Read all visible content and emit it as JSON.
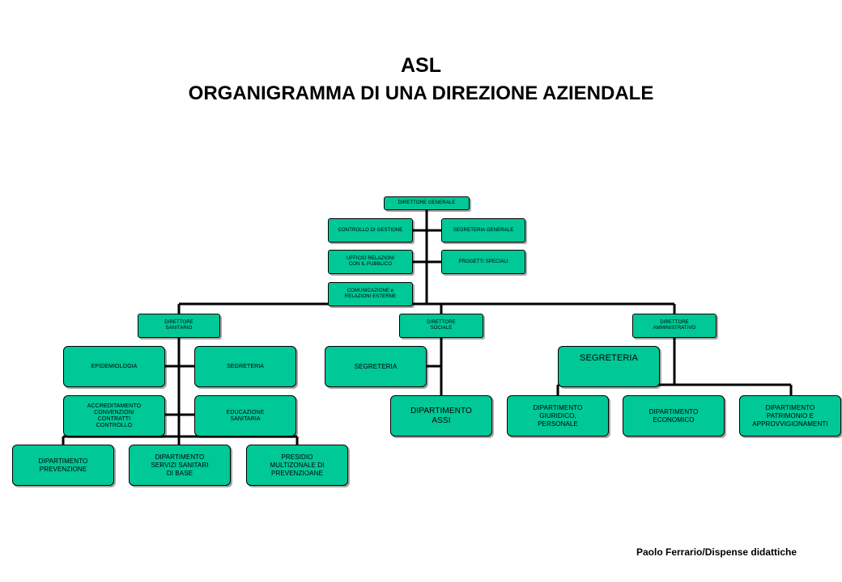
{
  "title": "ASL",
  "subtitle": "ORGANIGRAMMA DI UNA DIREZIONE AZIENDALE",
  "footer": "Paolo Ferrario/Dispense didattiche",
  "colors": {
    "box_fill": "#00c896",
    "line": "#000000"
  },
  "boxes": {
    "direttore_generale": "DIRETTORE GENERALE",
    "controllo_di_gestione": "CONTROLLO DI GESTIONE",
    "segreteria_generale": "SEGRETERIA GENERALE",
    "ufficio_relazioni": "UFFICIO RELAZIONI\nCON IL PUBBLICO",
    "progetti_speciali": "PROGETTI SPECIALI",
    "comunicazione": "COMUNICAZIONE e\nRELAZIONI ESTERNE",
    "direttore_sanitario": "DIRETTORE\nSANITARIO",
    "direttore_sociale": "DIRETTORE\nSOCIALE",
    "direttore_amministrativo": "DIRETTORE\nAMMINISTRATIVO",
    "epidemiologia": "EPIDEMIOLOGIA",
    "segreteria_sanitario": "SEGRETERIA",
    "accreditamento": "ACCREDITAMENTO\nCONVENZIONI\nCONTRATTI\nCONTROLLO",
    "educazione_sanitaria": "EDUCAZIONE\nSANITARIA",
    "dip_prevenzione": "DIPARTIMENTO\nPREVENZIONE",
    "dip_servizi_sanitari": "DIPARTIMENTO\nSERVIZI SANITARI\nDI BASE",
    "presidio_multizonale": "PRESIDIO\nMULTIZONALE DI\nPREVENZIOANE",
    "segreteria_sociale": "SEGRETERIA",
    "dip_assi": "DIPARTIMENTO\nASSI",
    "segreteria_amministrativo": "SEGRETERIA",
    "dip_giuridico": "DIPARTIMENTO\nGIURIDICO,\nPERSONALE",
    "dip_economico": "DIPARTIMENTO\nECONOMICO",
    "dip_patrimonio": "DIPARTIMENTO\nPATRIMONIO E\nAPPROVVIGIONAMENTI"
  }
}
